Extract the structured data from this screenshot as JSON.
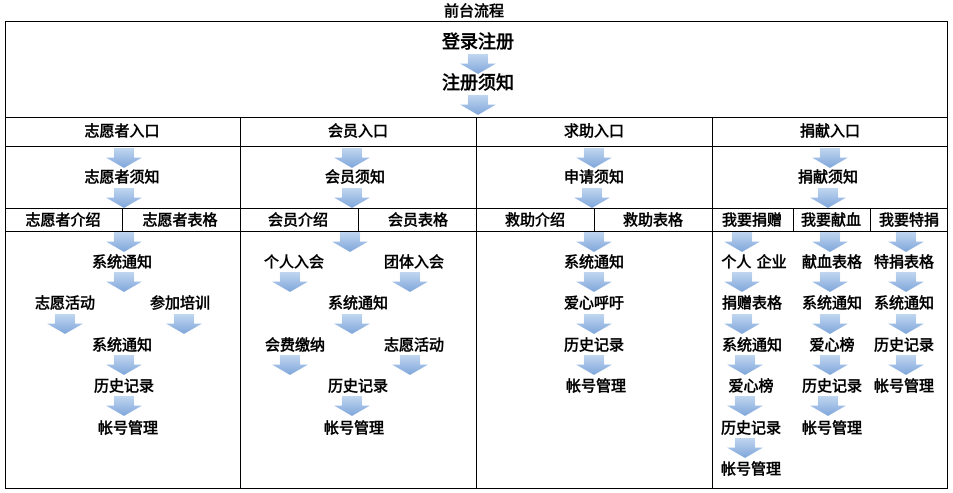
{
  "title": "前台流程",
  "start": {
    "login": "登录注册",
    "notice": "注册须知"
  },
  "entries": [
    {
      "label": "志愿者入口",
      "notice": "志愿者须知",
      "tabs": [
        "志愿者介绍",
        "志愿者表格"
      ],
      "flow": {
        "notify_1": "系统通知",
        "activity": "志愿活动",
        "training": "参加培训",
        "notify_2": "系统通知",
        "history": "历史记录",
        "account": "帐号管理"
      }
    },
    {
      "label": "会员入口",
      "notice": "会员须知",
      "tabs": [
        "会员介绍",
        "会员表格"
      ],
      "flow": {
        "join_individual": "个人入会",
        "join_group": "团体入会",
        "notify": "系统通知",
        "dues": "会费缴纳",
        "activity": "志愿活动",
        "history": "历史记录",
        "account": "帐号管理"
      }
    },
    {
      "label": "求助入口",
      "notice": "申请须知",
      "tabs": [
        "救助介绍",
        "救助表格"
      ],
      "flow": {
        "notify": "系统通知",
        "appeal": "爱心呼吁",
        "history": "历史记录",
        "account": "帐号管理"
      }
    },
    {
      "label": "捐献入口",
      "notice": "捐献须知",
      "tabs": [
        "我要捐赠",
        "我要献血",
        "我要特捐"
      ],
      "branches": [
        {
          "donor_type": "个人 企业",
          "form": "捐赠表格",
          "notify": "系统通知",
          "honor": "爱心榜",
          "history": "历史记录",
          "account": "帐号管理"
        },
        {
          "form": "献血表格",
          "notify": "系统通知",
          "honor": "爱心榜",
          "history": "历史记录",
          "account": "帐号管理"
        },
        {
          "form": "特捐表格",
          "notify": "系统通知",
          "history": "历史记录",
          "account": "帐号管理"
        }
      ]
    }
  ],
  "colors": {
    "line": "#000000",
    "text": "#000000",
    "arrow_light": "#c2d7f1",
    "arrow_dark": "#7fa6da"
  }
}
